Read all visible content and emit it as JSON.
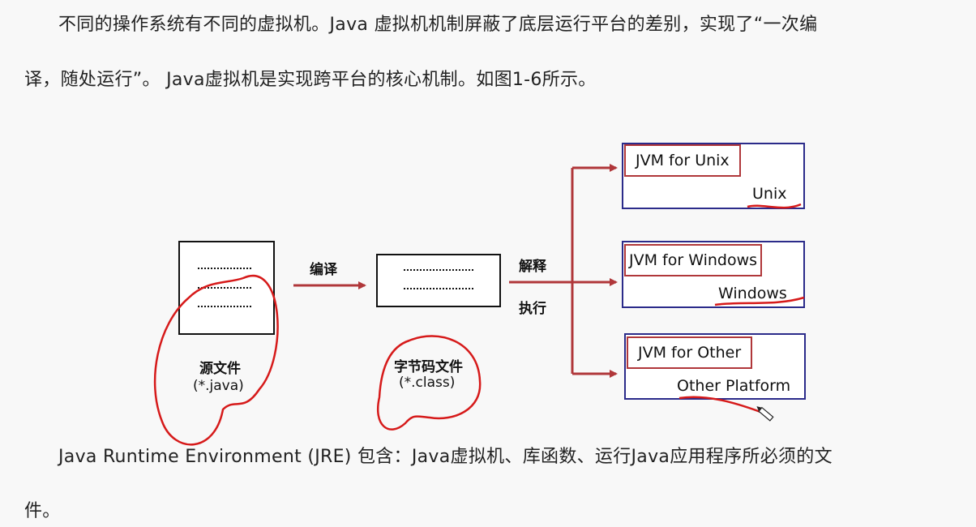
{
  "text": {
    "para1_line1": "不同的操作系统有不同的虚拟机。Java 虚拟机机制屏蔽了底层运行平台的差别，实现了“一次编",
    "para1_line2": "译，随处运行”。 Java虚拟机是实现跨平台的核心机制。如图1-6所示。",
    "para2_line1": "Java Runtime Environment (JRE) 包含：Java虚拟机、库函数、运行Java应用程序所必须的文",
    "para2_line2": "件。"
  },
  "figure": {
    "source": {
      "name": "源文件",
      "ext": "(*.java)"
    },
    "compile_label": "编译",
    "bytecode": {
      "name": "字节码文件",
      "ext": "(*.class)"
    },
    "interpret_label_1": "解释",
    "interpret_label_2": "执行",
    "jvms": [
      {
        "name": "JVM for Unix",
        "platform": "Unix"
      },
      {
        "name": "JVM for Windows",
        "platform": "Windows"
      },
      {
        "name": "JVM for Other",
        "platform": "Other Platform"
      }
    ]
  },
  "colors": {
    "arrow": "#b0373a",
    "jvm_border": "#2b2b8a",
    "annotation": "#d61a1a"
  }
}
